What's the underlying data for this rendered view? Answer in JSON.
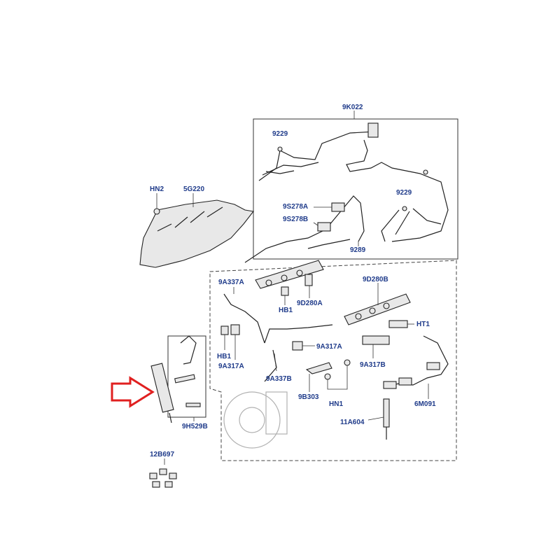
{
  "labels": {
    "l9K022": "9K022",
    "l9229a": "9229",
    "l9229b": "9229",
    "lHN2": "HN2",
    "l5G220": "5G220",
    "l9S278A": "9S278A",
    "l9S278B": "9S278B",
    "l9289": "9289",
    "l9A337A_1": "9A337A",
    "l9D280B": "9D280B",
    "lHB1a": "HB1",
    "l9D280A": "9D280A",
    "lHT1": "HT1",
    "lHB1b": "HB1",
    "l9A317A_1": "9A317A",
    "l9A317A_2": "9A317A",
    "l9A317B": "9A317B",
    "l9A337B": "9A337B",
    "l9B303": "9B303",
    "lHN1": "HN1",
    "l6M091": "6M091",
    "l11A604": "11A604",
    "l9H529B": "9H529B",
    "l12B697": "12B697"
  },
  "colors": {
    "label": "#1f3b8a",
    "arrow": "#e02020",
    "line": "#222222"
  }
}
